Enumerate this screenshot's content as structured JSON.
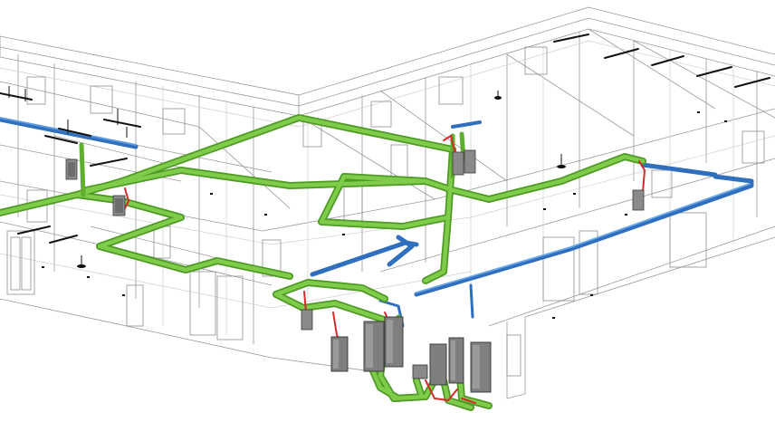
{
  "scene": {
    "kind": "building-services-3d-model",
    "background": "#ffffff",
    "colors": {
      "wireframe": "#8d8d8d",
      "wireframe_light": "#c9c9c9",
      "cable_tray": "#6dbb3a",
      "cable_tray_dark": "#4e9a25",
      "air_duct": "#3d7fd0",
      "red_feed": "#d42a2a",
      "cabinet": "#8a8a8a",
      "cabinet_dark": "#4a4a4a",
      "light_fixture": "#111111"
    },
    "layers": [
      {
        "name": "building-wireframe",
        "color_key": "wireframe"
      },
      {
        "name": "cable-tray-network",
        "color_key": "cable_tray"
      },
      {
        "name": "ventilation-duct",
        "color_key": "air_duct"
      },
      {
        "name": "red-feed-lines",
        "color_key": "red_feed"
      },
      {
        "name": "electrical-cabinets",
        "color_key": "cabinet"
      },
      {
        "name": "ceiling-light-fixtures",
        "color_key": "light_fixture"
      }
    ]
  }
}
